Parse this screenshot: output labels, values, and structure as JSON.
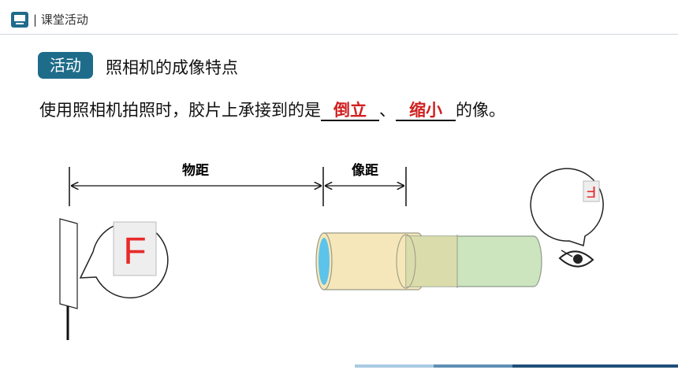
{
  "header": {
    "title": "| 课堂活动",
    "icon": "presentation-icon"
  },
  "activity": {
    "badge": "活动",
    "title": "照相机的成像特点"
  },
  "sentence": {
    "prefix": "使用照相机拍照时，胶片上承接到的是",
    "blank1": "倒立",
    "separator": "、",
    "blank2": "缩小",
    "suffix": "的像。"
  },
  "diagram": {
    "object_distance_label": "物距",
    "image_distance_label": "像距",
    "object_letter": "F",
    "image_letter": "F",
    "eye_icon": "eye-icon"
  },
  "colors": {
    "accent": "#1f6c8a",
    "answer": "#d11f1f",
    "letter": "#e82a2a"
  }
}
